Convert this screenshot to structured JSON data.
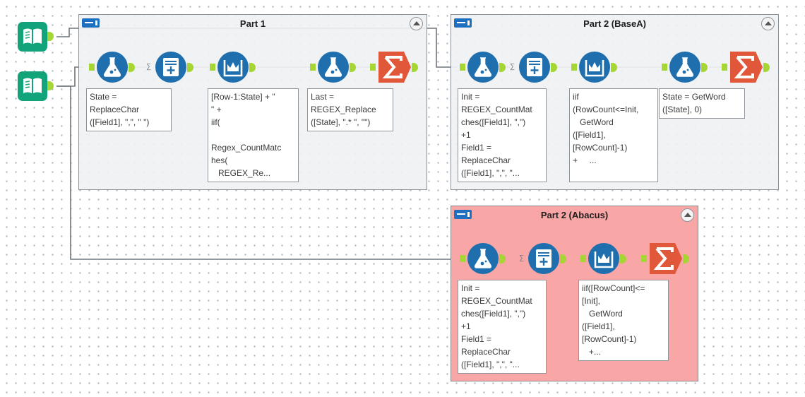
{
  "canvas": {
    "containers": [
      {
        "id": "part1",
        "title": "Part 1"
      },
      {
        "id": "part2_basea",
        "title": "Part 2 (BaseA)"
      },
      {
        "id": "part2_abacus",
        "title": "Part 2 (Abacus)"
      }
    ],
    "annotations": {
      "p1_formula1": "State =\nReplaceChar\n([Field1], \",\", \" \")",
      "p1_multirow": "[Row-1:State] + \"\n\" +\niif(\n\nRegex_CountMatc\nhes(\n   REGEX_Re...",
      "p1_formula2": "Last =\nREGEX_Replace\n([State], \".* \", \"\")",
      "p2a_formula1": "Init =\nREGEX_CountMat\nches([Field1], \",\")\n+1\nField1 =\nReplaceChar\n([Field1], \",\", \"...",
      "p2a_multirow": "iif\n(RowCount<=Init,\n   GetWord\n([Field1],\n[RowCount]-1)\n+     ...",
      "p2a_formula2": "State = GetWord\n([State], 0)",
      "p2b_formula1": "Init =\nREGEX_CountMat\nches([Field1], \",\")\n+1\nField1 =\nReplaceChar\n([Field1], \",\", \"...",
      "p2b_multirow": "iif([RowCount]<=\n[Init],\n   GetWord\n([Field1],\n[RowCount]-1)\n   +..."
    }
  },
  "colors": {
    "formula": "#1f6fae",
    "input": "#13a37a",
    "summarize": "#e1573a",
    "anchor": "#a5d633",
    "abacus_bg": "#f9a6a6"
  },
  "icons": {
    "input": "book-icon",
    "formula": "flask-icon",
    "record_id": "list-plus-icon",
    "multirow": "crown-beaker-icon",
    "summarize": "sigma-icon"
  }
}
